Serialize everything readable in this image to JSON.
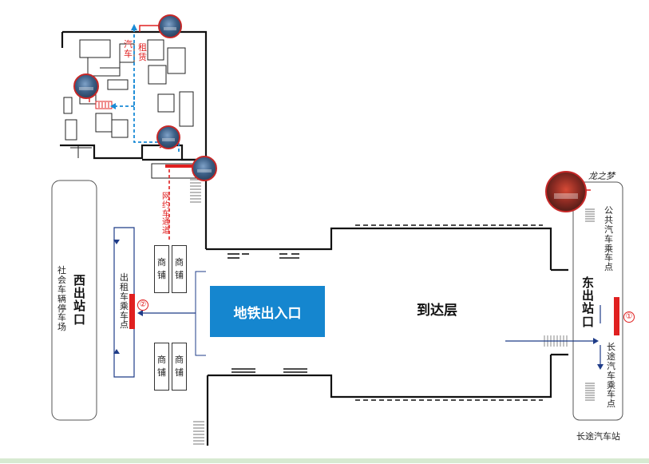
{
  "metro_exit": "地铁出入口",
  "arrival_floor": "到达层",
  "west_exit": "西出站口",
  "east_exit": "东出站口",
  "social_parking": "社会车辆停车场",
  "taxi_pickup": "出租车乘车点",
  "online_car_channel": "网约车通道",
  "car_rental_a": "汽车",
  "car_rental_b": "租赁",
  "bus_pickup": "公共汽车乘车点",
  "long_distance_pickup": "长途汽车乘车点",
  "long_distance_station": "长途汽车站",
  "longzhimeng": "龙之梦",
  "shop_label": [
    "商",
    "铺"
  ],
  "shop_label_alt": [
    "商",
    "铺"
  ],
  "marker_1": "①",
  "marker_2": "②",
  "colors": {
    "blue": "#1586cf",
    "red": "#e02020",
    "route_blue": "#1a8bd6",
    "wall": "#111111"
  }
}
